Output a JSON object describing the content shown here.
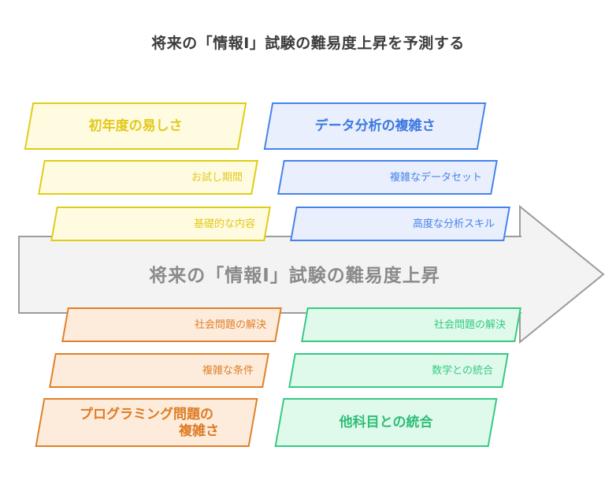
{
  "page": {
    "title": "将来の「情報Ⅰ」試験の難易度上昇を予測する",
    "background": "#ffffff"
  },
  "center_arrow": {
    "label": "将来の「情報Ⅰ」試験の難易度上昇",
    "fill": "#F3F3F3",
    "stroke": "#9C9C9C",
    "text_color": "#8A8A8A",
    "direction": "right"
  },
  "connectors": {
    "color": "#9C9C9C",
    "top_row_y": "between yellow and blue",
    "bottom_row_y": "between orange and green"
  },
  "groups": [
    {
      "id": "initial-ease",
      "position": "top-left",
      "accent": "#E0CC16",
      "fill": "#FEFBE0",
      "heading": "初年度の易しさ",
      "items": [
        "お試し期間",
        "基礎的な内容"
      ]
    },
    {
      "id": "data-analysis-complexity",
      "position": "top-right",
      "accent": "#4583EC",
      "fill": "#E9EFFC",
      "heading": "データ分析の複雑さ",
      "items": [
        "複雑なデータセット",
        "高度な分析スキル"
      ]
    },
    {
      "id": "programming-problem-complexity",
      "position": "bottom-left",
      "accent": "#E08029",
      "fill": "#FDEBDC",
      "heading_line1": "プログラミング問題の",
      "heading_line2": "複雑さ",
      "heading": "プログラミング問題の複雑さ",
      "items": [
        "社会問題の解決",
        "複雑な条件"
      ]
    },
    {
      "id": "integration-other-subjects",
      "position": "bottom-right",
      "accent": "#36C983",
      "fill": "#DFFAEB",
      "heading": "他科目との統合",
      "items": [
        "社会問題の解決",
        "数学との統合"
      ]
    }
  ]
}
